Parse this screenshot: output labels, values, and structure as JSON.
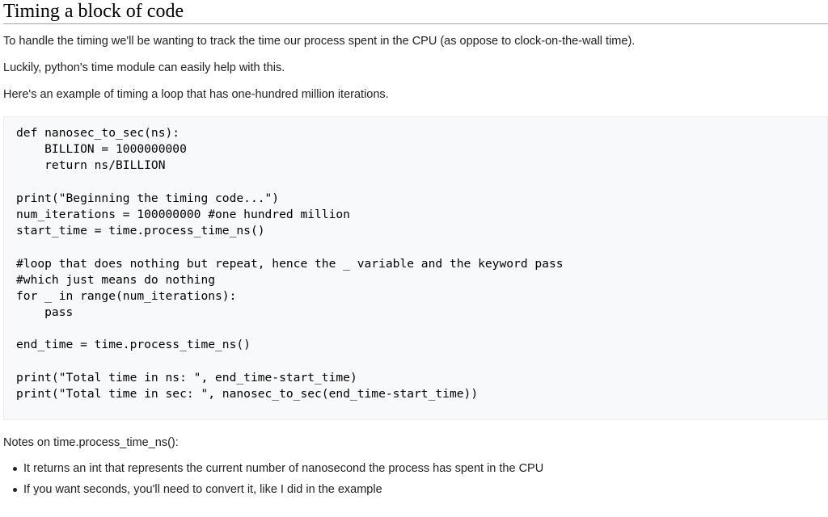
{
  "section": {
    "title": "Timing a block of code"
  },
  "intro": [
    "To handle the timing we'll be wanting to track the time our process spent in the CPU (as oppose to clock-on-the-wall time).",
    "Luckily, python's time module can easily help with this.",
    "Here's an example of timing a loop that has one-hundred million iterations."
  ],
  "code": {
    "lines": [
      "def nanosec_to_sec(ns):",
      "    BILLION = 1000000000",
      "    return ns/BILLION",
      "",
      "print(\"Beginning the timing code...\")",
      "num_iterations = 100000000 #one hundred million",
      "start_time = time.process_time_ns()",
      "",
      "#loop that does nothing but repeat, hence the _ variable and the keyword pass",
      "#which just means do nothing",
      "for _ in range(num_iterations):",
      "    pass",
      "",
      "end_time = time.process_time_ns()",
      "",
      "print(\"Total time in ns: \", end_time-start_time)",
      "print(\"Total time in sec: \", nanosec_to_sec(end_time-start_time))"
    ]
  },
  "notes": {
    "heading": "Notes on time.process_time_ns():",
    "items": [
      "It returns an int that represents the current number of nanosecond the process has spent in the CPU",
      "If you want seconds, you'll need to convert it, like I did in the example"
    ]
  }
}
